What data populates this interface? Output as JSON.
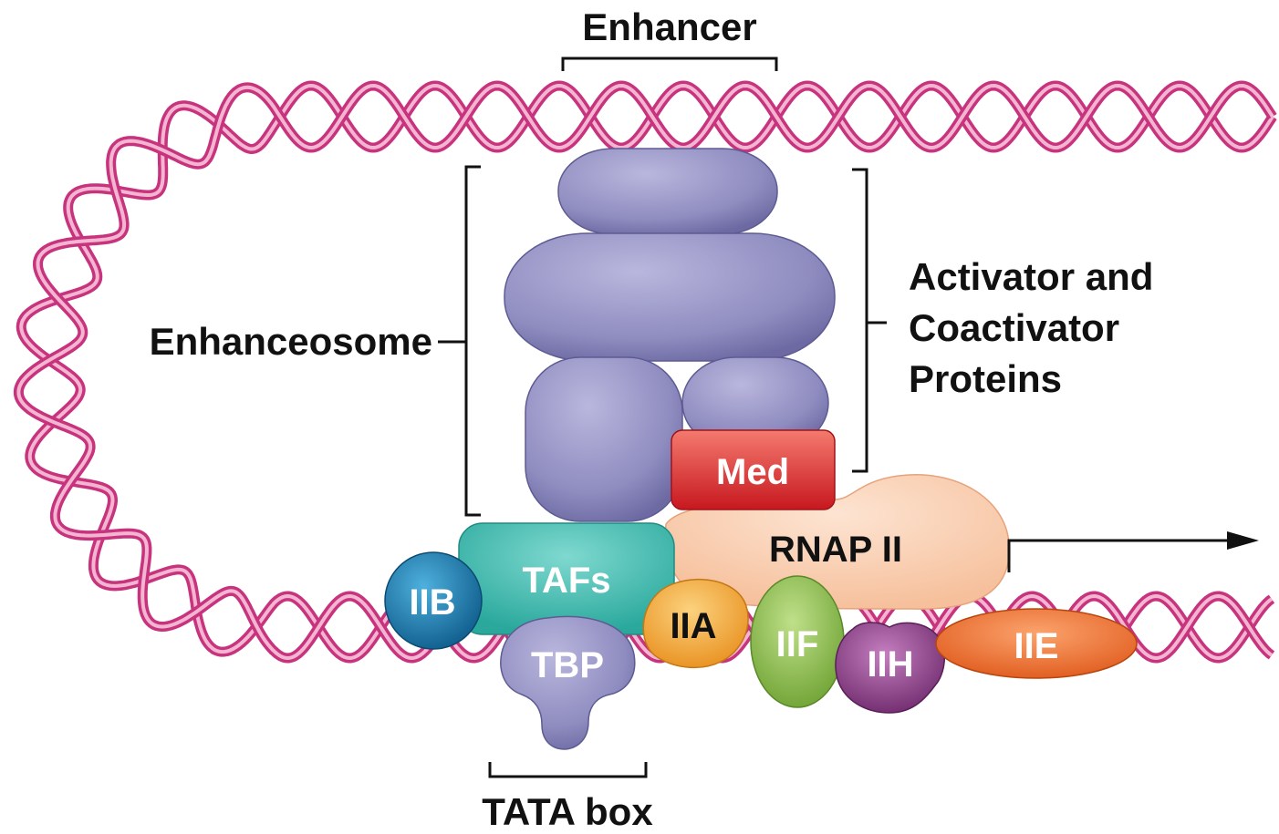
{
  "labels": {
    "enhancer": "Enhancer",
    "enhanceosome": "Enhanceosome",
    "activator_line1": "Activator and",
    "activator_line2": "Coactivator",
    "activator_line3": "Proteins",
    "tata_box": "TATA box"
  },
  "factors": {
    "med": "Med",
    "rnap": "RNAP II",
    "tafs": "TAFs",
    "iib": "IIB",
    "tbp": "TBP",
    "iia": "IIA",
    "iif": "IIF",
    "iih": "IIH",
    "iie": "IIE"
  },
  "colors": {
    "dna": "#c7337c",
    "dna_light": "#f4b5d2",
    "activators": "#8f8cc0",
    "med": "#d9262c",
    "rnap": "#f8cdb0",
    "tafs": "#3fbfb4",
    "iib": "#1a7fb3",
    "tbp": "#8f8cc0",
    "iia": "#f2a93b",
    "iif": "#8cbf4a",
    "iih": "#8e3c8c",
    "iie": "#ee6e2e"
  }
}
